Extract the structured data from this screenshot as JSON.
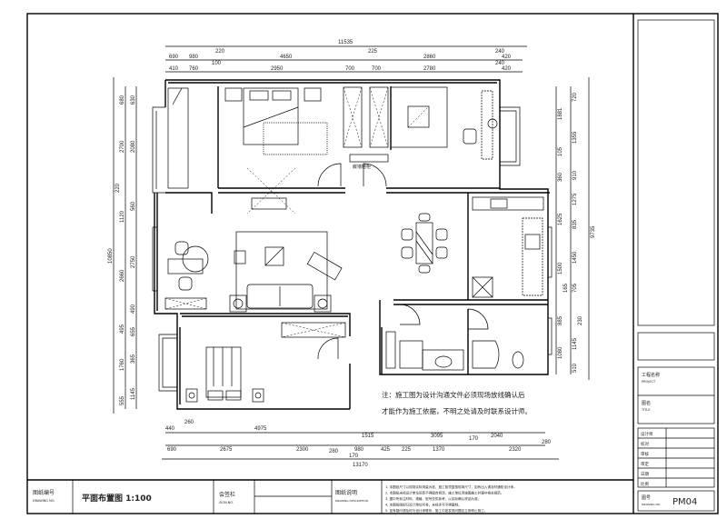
{
  "drawing": {
    "note_line1": "注：施工图为设计沟通文件必须现场放线确认后",
    "note_line2": "才能作为施工依据，不明之处请及时联系设计师。",
    "corridor_label": "嵌墙鞋柜"
  },
  "dims": {
    "top_total": "11535",
    "top_row2": [
      "690",
      "980",
      "220",
      "4650",
      "225",
      "2860",
      "240",
      "420"
    ],
    "top_row3": [
      "410",
      "760",
      "100",
      "2950",
      "700",
      "700",
      "2780",
      "240",
      "420"
    ],
    "bottom_row1": [
      "440",
      "260",
      "4975",
      "1515",
      "3095",
      "2040",
      "280"
    ],
    "bottom_row2": [
      "690",
      "2675",
      "2300",
      "280",
      "980",
      "170",
      "425",
      "225",
      "1370",
      "170",
      "2320"
    ],
    "bottom_total": "13170",
    "left_total": "10850",
    "left_col2": [
      "680",
      "2700",
      "220",
      "1120",
      "2660",
      "495",
      "1760",
      "555"
    ],
    "left_col3": [
      "630",
      "2080",
      "560",
      "2750",
      "490",
      "655",
      "365",
      "1145"
    ],
    "right_col1": [
      "1881",
      "105",
      "360",
      "1625",
      "1500",
      "165",
      "885",
      "1080"
    ],
    "right_col2": [
      "720",
      "1355",
      "910",
      "1275",
      "835",
      "1450",
      "705",
      "230",
      "1145",
      "510"
    ],
    "right_total": "9735"
  },
  "title_block": {
    "drawing_no_label": "图纸编号",
    "drawing_no_label_en": "DRAWING NO.",
    "title": "平面布置图 1:100",
    "sign_label": "会签栏",
    "sign_label_en": "SIGN NO.",
    "desc_label": "图纸说明",
    "desc_label_en": "DRAWING DESCRIPTION",
    "desc_lines": [
      "1. 本图纸尺寸以现场实际测量为准，施工前须复核现场尺寸，如有出入请及时通知设计师。",
      "2. 本图纸未经设计单位同意不得擅自修改，施工单位须按图施工并遵守相关规范。",
      "3. 图中所标注材料、规格、型号仅供参考，以实际确认样品为准。",
      "4. 本图纸版权归设计单位所有，未经许可不得复制。",
      "5. 如有疑问请及时与设计师联系，施工中如发现问题应立即停止施工。"
    ],
    "project_label": "工程名称",
    "project_label_en": "PROJECT",
    "drawing_name_label": "图名",
    "drawing_name_label_en": "TITLE",
    "sign_rows": [
      "设计师",
      "校对",
      "审核",
      "审定",
      "日期",
      "比例"
    ],
    "sheet_label": "图号",
    "sheet_label_en": "DRAWING NO.",
    "sheet_no": "PM04"
  }
}
